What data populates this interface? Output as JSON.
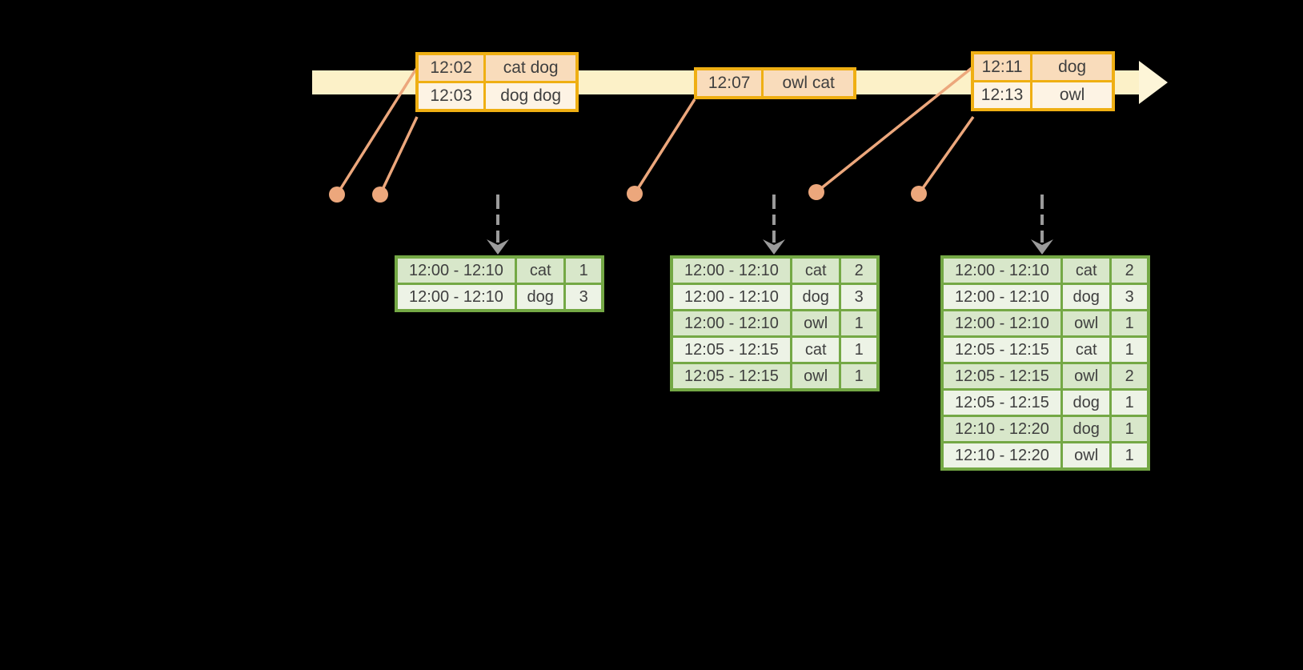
{
  "colors": {
    "bg": "#000000",
    "band": "#FCF1C8",
    "band_head": "#FDF5D8",
    "gold": "#EFAF13",
    "event_row_dark": "#F9DCBB",
    "event_row_light": "#FDF3E4",
    "salmon": "#ECA77C",
    "gray": "#9B9B9B",
    "green": "#74A845",
    "result_row_dark": "#D8E7CA",
    "result_row_light": "#EDF3E6",
    "text": "#3F3F3F"
  },
  "events": [
    {
      "rows": [
        {
          "time": "12:02",
          "words": "cat dog"
        },
        {
          "time": "12:03",
          "words": "dog dog"
        }
      ]
    },
    {
      "rows": [
        {
          "time": "12:07",
          "words": "owl cat"
        }
      ]
    },
    {
      "rows": [
        {
          "time": "12:11",
          "words": "dog"
        },
        {
          "time": "12:13",
          "words": "owl"
        }
      ]
    }
  ],
  "results": [
    {
      "rows": [
        {
          "window": "12:00 - 12:10",
          "word": "cat",
          "count": "1"
        },
        {
          "window": "12:00 - 12:10",
          "word": "dog",
          "count": "3"
        }
      ]
    },
    {
      "rows": [
        {
          "window": "12:00 - 12:10",
          "word": "cat",
          "count": "2"
        },
        {
          "window": "12:00 - 12:10",
          "word": "dog",
          "count": "3"
        },
        {
          "window": "12:00 - 12:10",
          "word": "owl",
          "count": "1"
        },
        {
          "window": "12:05 - 12:15",
          "word": "cat",
          "count": "1"
        },
        {
          "window": "12:05 - 12:15",
          "word": "owl",
          "count": "1"
        }
      ]
    },
    {
      "rows": [
        {
          "window": "12:00 - 12:10",
          "word": "cat",
          "count": "2"
        },
        {
          "window": "12:00 - 12:10",
          "word": "dog",
          "count": "3"
        },
        {
          "window": "12:00 - 12:10",
          "word": "owl",
          "count": "1"
        },
        {
          "window": "12:05 - 12:15",
          "word": "cat",
          "count": "1"
        },
        {
          "window": "12:05 - 12:15",
          "word": "owl",
          "count": "2"
        },
        {
          "window": "12:05 - 12:15",
          "word": "dog",
          "count": "1"
        },
        {
          "window": "12:10 - 12:20",
          "word": "dog",
          "count": "1"
        },
        {
          "window": "12:10 - 12:20",
          "word": "owl",
          "count": "1"
        }
      ]
    }
  ]
}
